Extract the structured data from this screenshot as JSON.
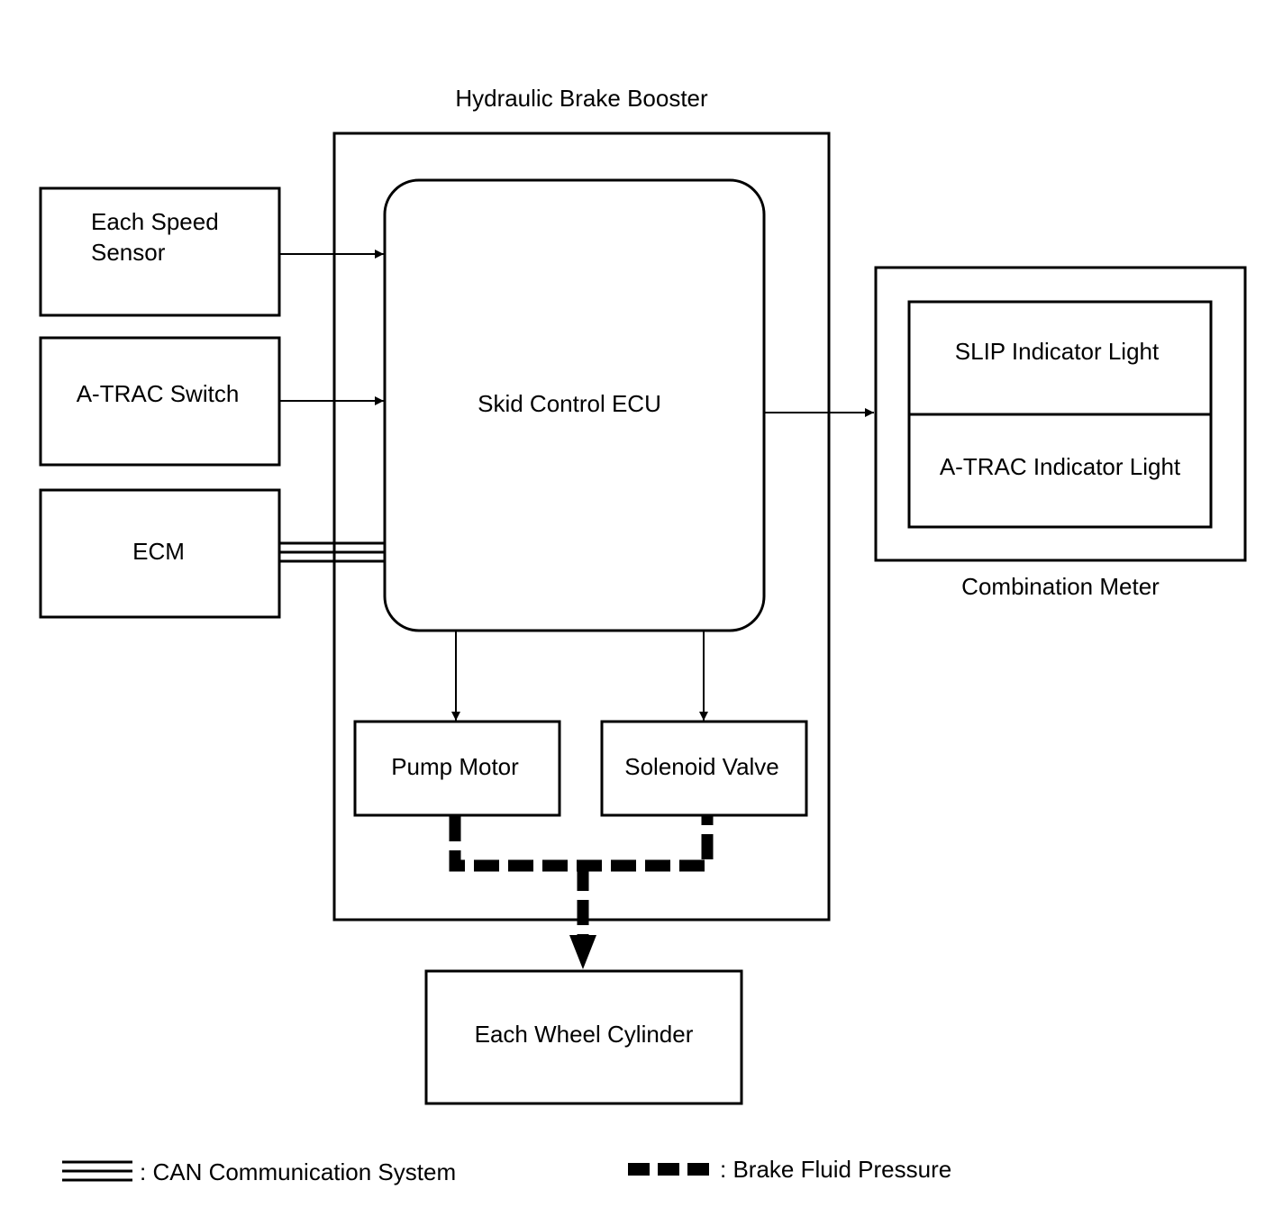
{
  "diagram": {
    "hydraulic_brake_booster": "Hydraulic Brake Booster",
    "each_speed_sensor_line1": "Each Speed",
    "each_speed_sensor_line2": "Sensor",
    "atrac_switch": "A-TRAC Switch",
    "ecm": "ECM",
    "skid_control_ecu": "Skid Control ECU",
    "pump_motor": "Pump Motor",
    "solenoid_valve": "Solenoid Valve",
    "each_wheel_cylinder": "Each Wheel Cylinder",
    "slip_indicator_light": "SLIP Indicator Light",
    "atrac_indicator_light": "A-TRAC Indicator Light",
    "combination_meter": "Combination Meter"
  },
  "legend": {
    "can": ": CAN Communication System",
    "brake_fluid": ": Brake Fluid Pressure"
  },
  "colors": {
    "line": "#000000",
    "background": "#ffffff"
  }
}
